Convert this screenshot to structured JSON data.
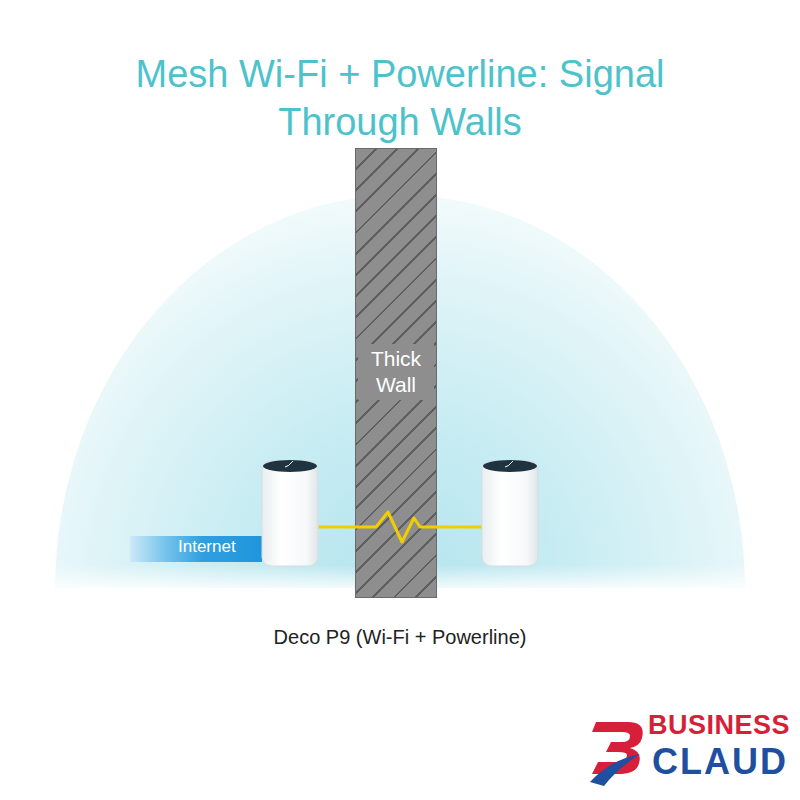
{
  "diagram": {
    "title": "Mesh Wi-Fi + Powerline: Signal Through Walls",
    "caption": "Deco P9 (Wi-Fi + Powerline)",
    "nodes": [
      {
        "text": [
          "Thick Wall"
        ]
      },
      {
        "text": [
          "Internet"
        ]
      }
    ],
    "labels": [
      "BUSINESS",
      "CLAUD"
    ]
  }
}
